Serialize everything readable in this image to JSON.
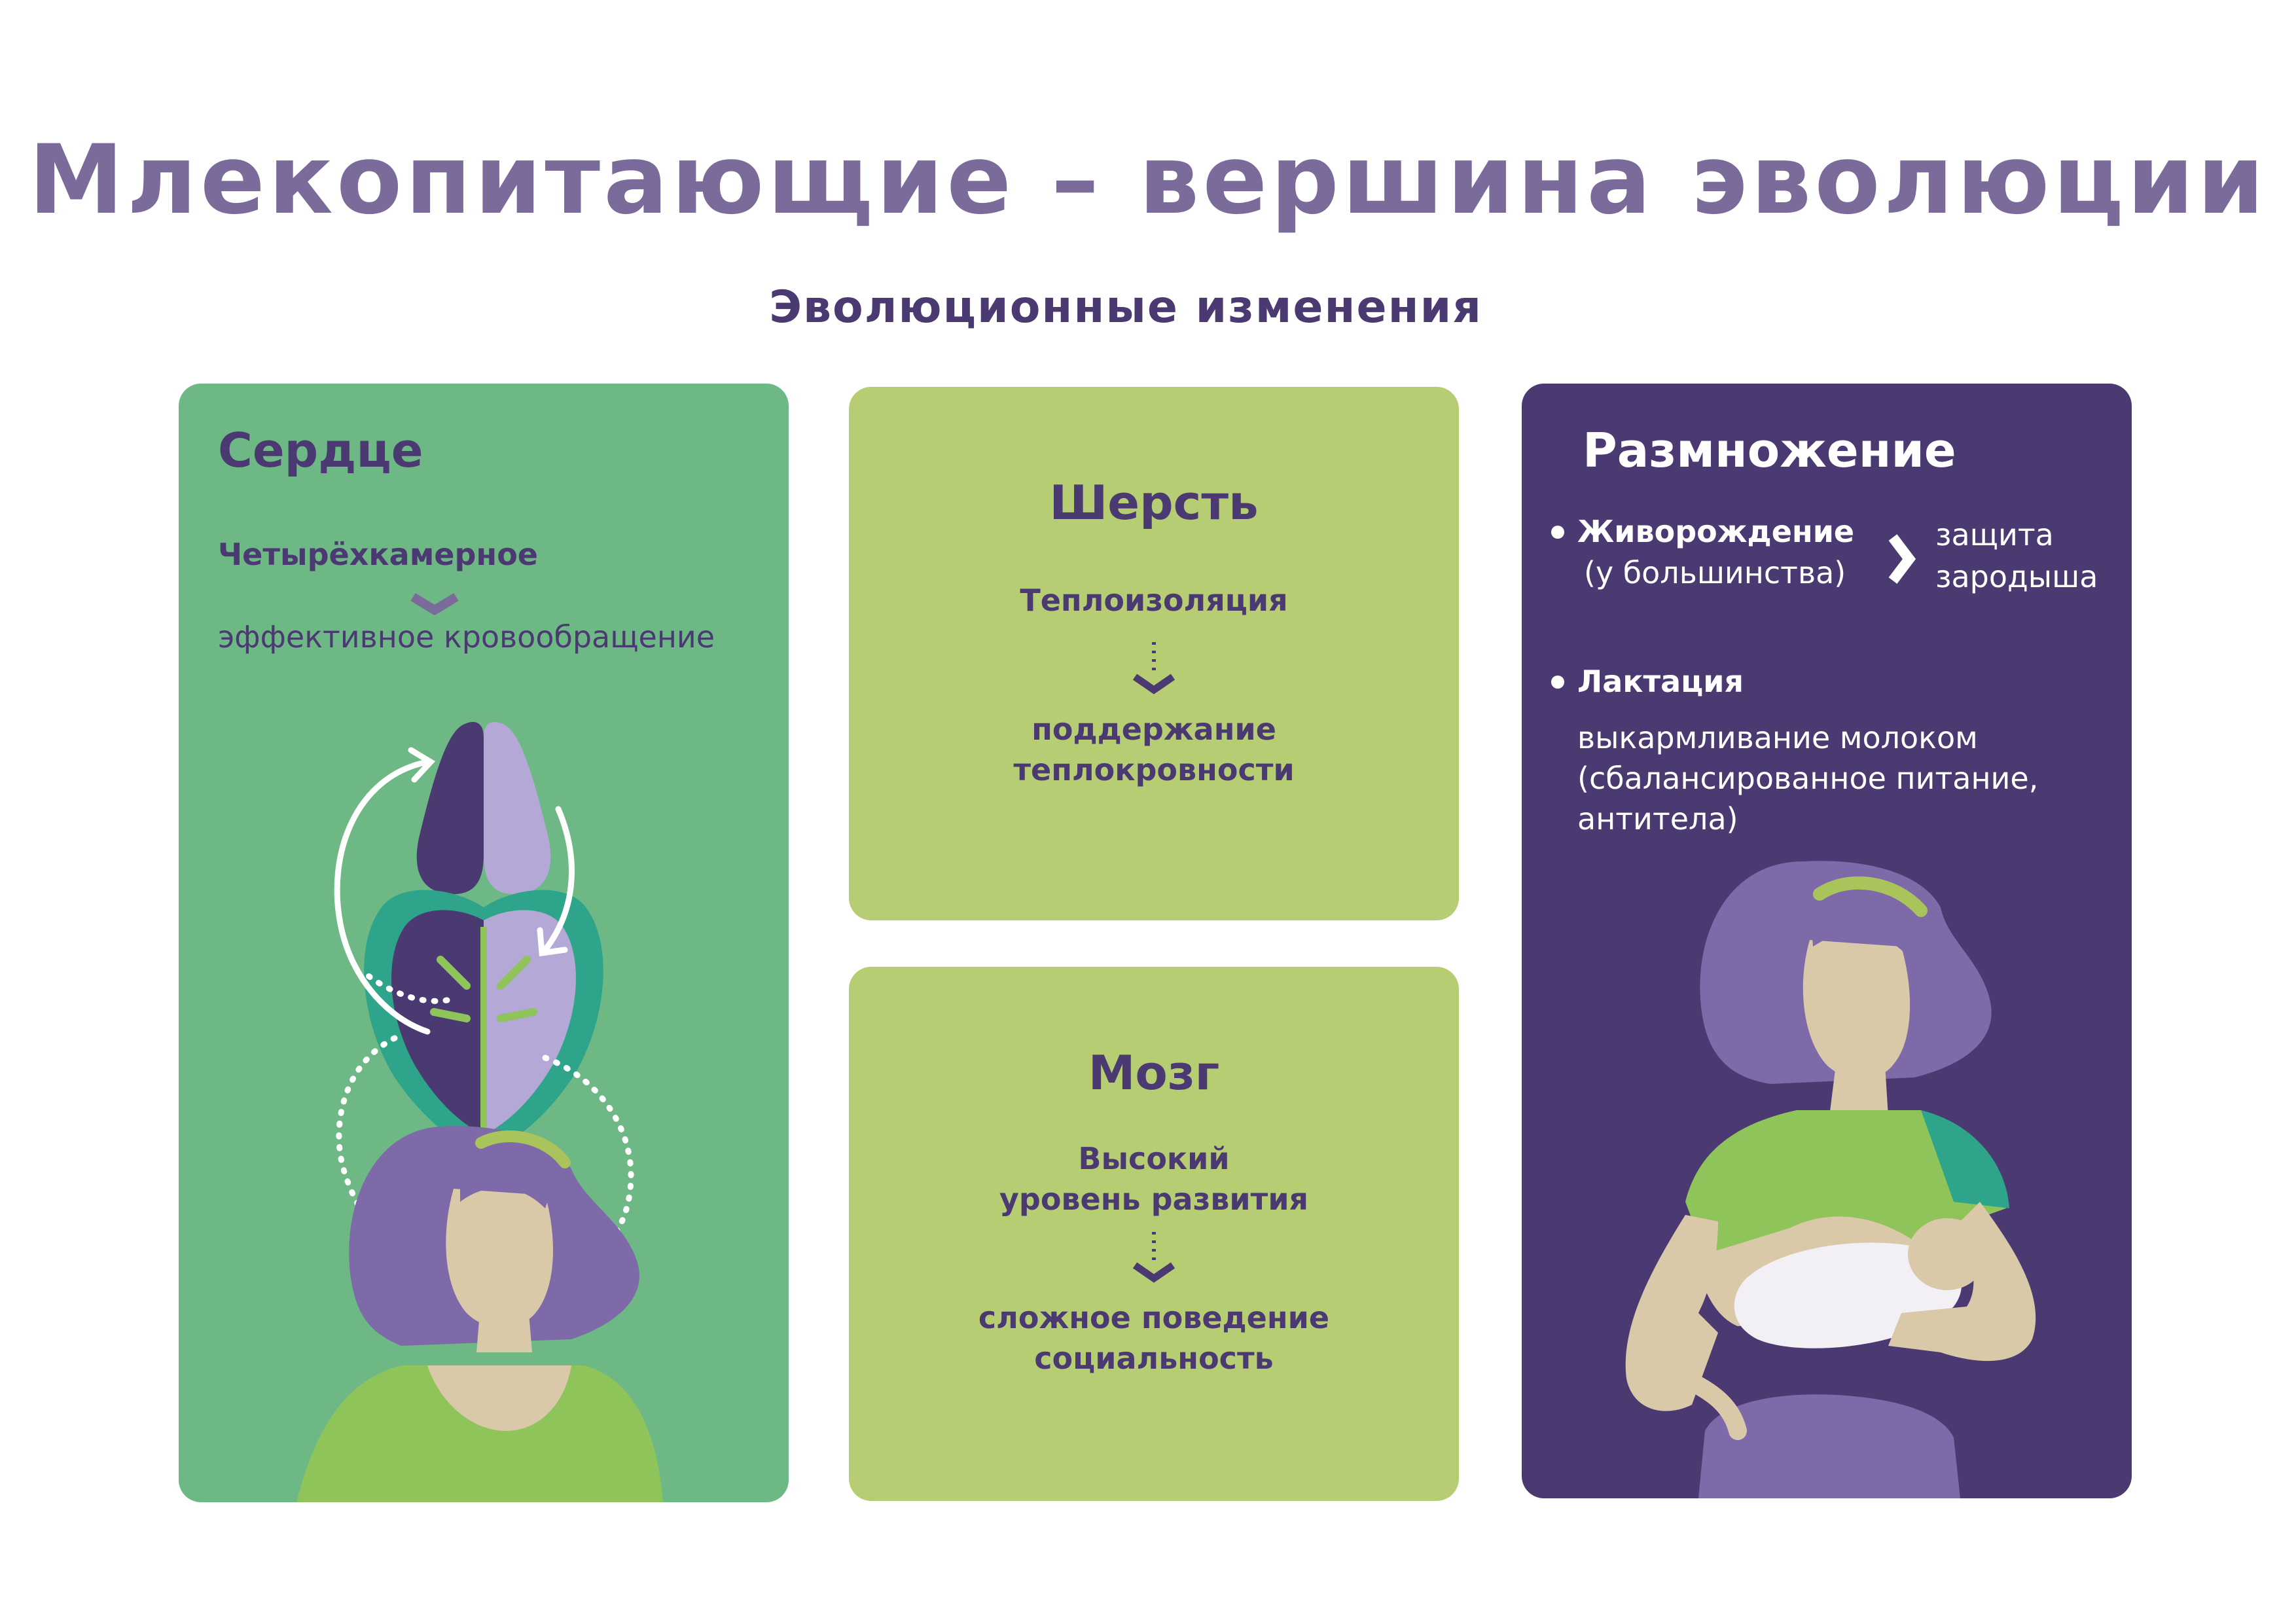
{
  "title": "Млекопитающие – вершина эволюции",
  "subtitle": "Эволюционные изменения",
  "heart": {
    "heading": "Сердце",
    "feature": "Четырёхкамерное",
    "result": "эффективное кровообращение"
  },
  "fur": {
    "heading": "Шерсть",
    "feature": "Теплоизоляция",
    "result_line1": "поддержание",
    "result_line2": "теплокровности"
  },
  "brain": {
    "heading": "Мозг",
    "feature_line1": "Высокий",
    "feature_line2": "уровень развития",
    "result_line1": "сложное поведение",
    "result_line2": "социальность"
  },
  "reproduction": {
    "heading": "Размножение",
    "item1_title": "Живорождение",
    "item1_note": "(у большинства)",
    "item1_result_line1": "защита",
    "item1_result_line2": "зародыша",
    "item2_title": "Лактация",
    "item2_line1": "выкармливание молоком",
    "item2_line2": "(сбалансированное питание,",
    "item2_line3": "антитела)"
  },
  "colors": {
    "title": "#7b6b9a",
    "purple_dark": "#4b3a71",
    "card_green": "#6db885",
    "card_lime": "#b7cd73",
    "lavender": "#b3a8d6",
    "skin": "#d9c9a8",
    "shirt_green": "#8fc45a",
    "hair": "#7e6aa8",
    "headband": "#a8c45a"
  },
  "icons": [
    "chevron-down-icon",
    "dotted-arrow-icon",
    "chevron-right-icon",
    "bullet-icon",
    "circulation-arrows-icon"
  ]
}
